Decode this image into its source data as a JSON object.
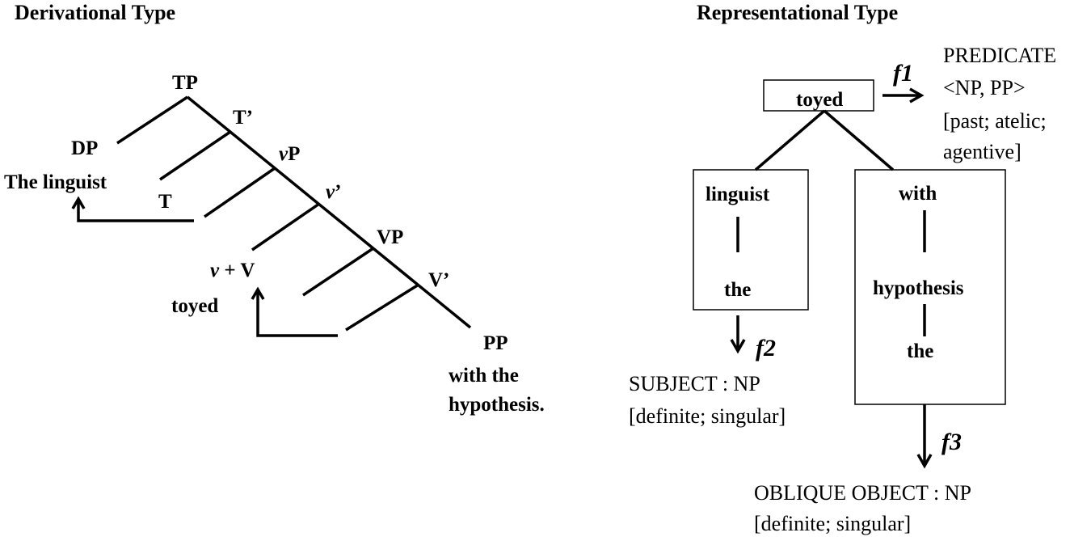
{
  "derivational": {
    "heading": "Derivational Type",
    "nodes": {
      "tp": "TP",
      "t_bar": "T’",
      "dp": "DP",
      "subject": "The linguist",
      "t_head": "T",
      "vp_small": "P",
      "vp_small_v": "v",
      "v_bar": "’",
      "v_bar_v": "v",
      "vp": "VP",
      "v_plus_v": " + V",
      "v_plus_v_v": "v",
      "verb": "toyed",
      "vbar_big": "V’",
      "pp": "PP",
      "pp_line1": "with the",
      "pp_line2": "hypothesis."
    }
  },
  "representational": {
    "heading": "Representational Type",
    "root": "toyed",
    "left_box": {
      "top": "linguist",
      "bottom": "the"
    },
    "right_box": {
      "top": "with",
      "middle": "hypothesis",
      "bottom": "the"
    },
    "functions": {
      "f1": "f1",
      "f2": "f2",
      "f3": "f3"
    },
    "predicate": {
      "line1": "PREDICATE",
      "line2": "<NP, PP>",
      "line3": "[past; atelic;",
      "line4": "agentive]"
    },
    "subject": {
      "line1": "SUBJECT : NP",
      "line2": "[definite; singular]"
    },
    "oblique": {
      "line1": "OBLIQUE OBJECT : NP",
      "line2": "[definite; singular]"
    }
  }
}
